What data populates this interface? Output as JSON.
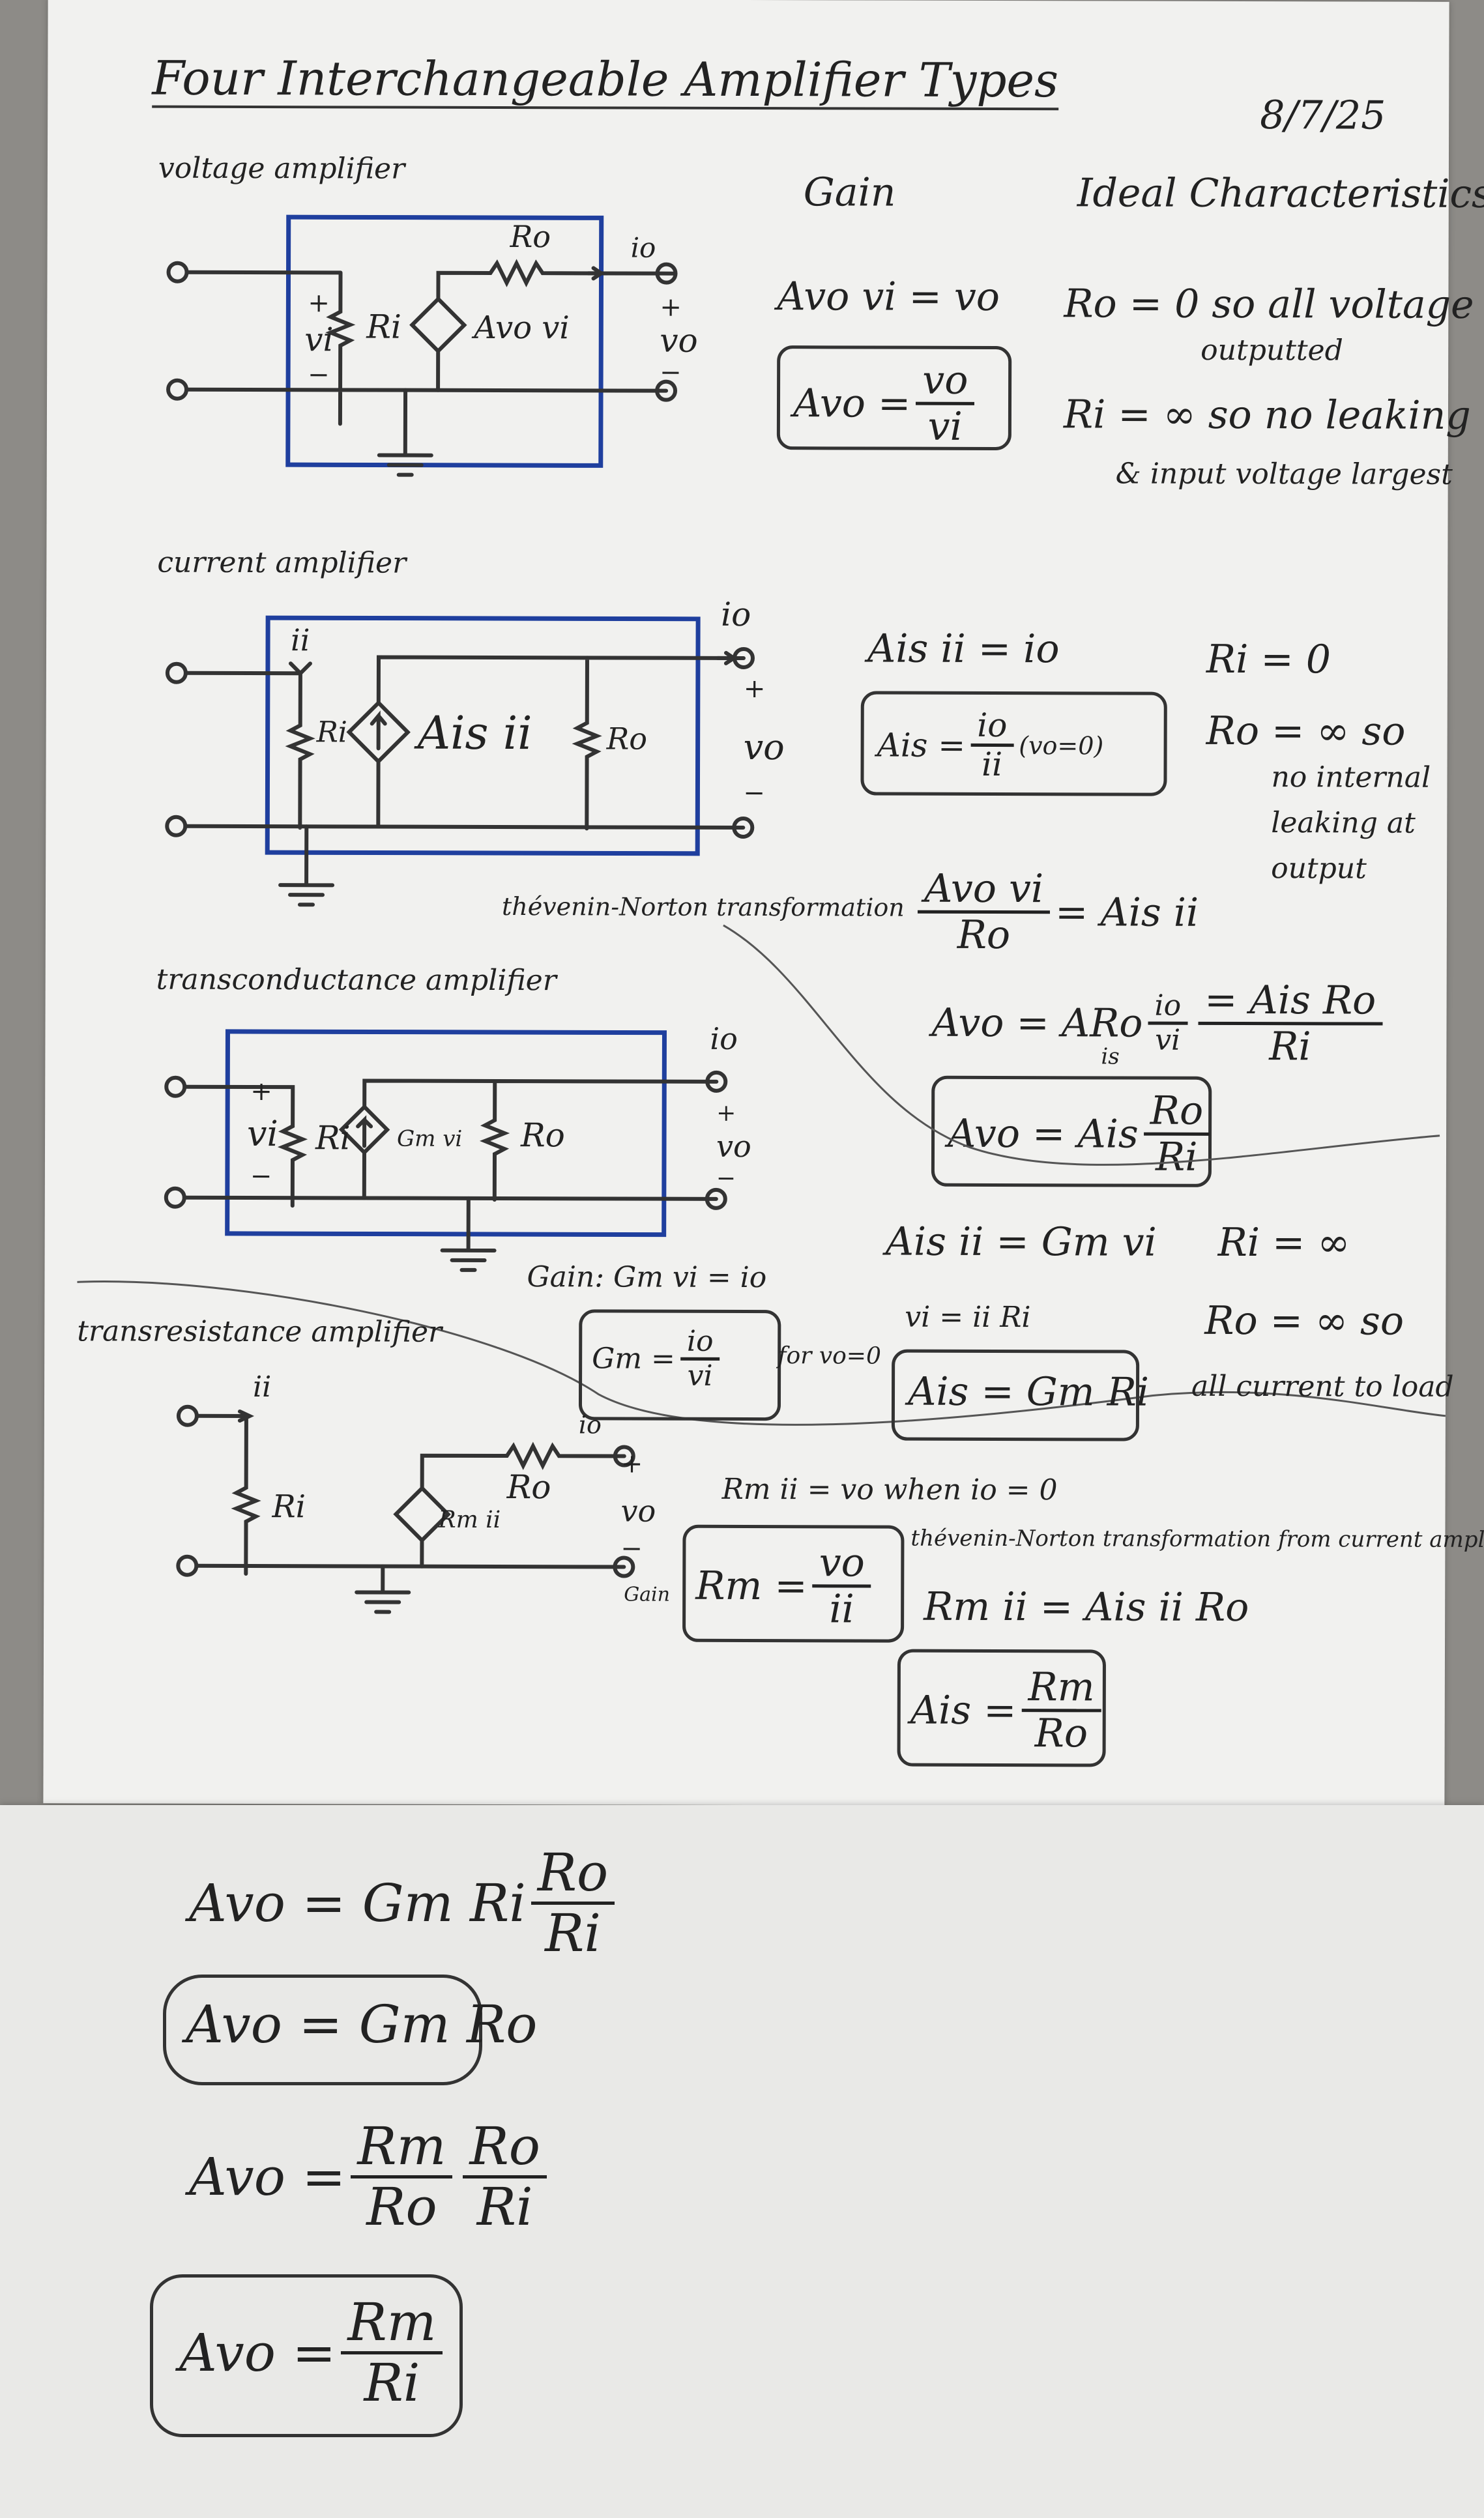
{
  "title": "Four Interchangeable Amplifier Types",
  "date": "8/7/25",
  "headers": {
    "gain": "Gain",
    "ideal": "Ideal Characteristics"
  },
  "voltage": {
    "name": "voltage amplifier",
    "labels": {
      "ro": "Ro",
      "ri": "Ri",
      "vi": "vi",
      "source": "Avo vi",
      "vo": "vo",
      "io": "io",
      "plus": "+",
      "minus": "−"
    },
    "gain_eq": "Avo vi = vo",
    "gain_box": {
      "lhs": "Avo =",
      "num": "vo",
      "den": "vi"
    },
    "ideal_1a": "Ro = 0 so all voltage",
    "ideal_1b": "outputted",
    "ideal_2a": "Ri = ∞ so no leaking",
    "ideal_2b": "& input voltage largest"
  },
  "current": {
    "name": "current amplifier",
    "labels": {
      "ii": "ii",
      "ri": "Ri",
      "source": "Ais ii",
      "ro": "Ro",
      "io": "io",
      "vo": "vo",
      "plus": "+",
      "minus": "−"
    },
    "gain_eq": "Ais ii = io",
    "gain_box": {
      "lhs": "Ais =",
      "num": "io",
      "den": "ii",
      "cond": "(vo=0)"
    },
    "ideal_1": "Ri = 0",
    "ideal_2a": "Ro = ∞ so",
    "ideal_2b": "no internal",
    "ideal_2c": "leaking at",
    "ideal_2d": "output",
    "thevenin_label": "thévenin-Norton transformation",
    "thevenin_eq": {
      "num": "Avo vi",
      "den": "Ro",
      "rhs": "= Ais ii"
    },
    "avo_eq": {
      "lhs": "Avo = ARo",
      "sub": "is",
      "frac_num": "io",
      "frac_den": "vi",
      "rhs_num": "= Ais Ro",
      "rhs_den": "Ri"
    },
    "avo_box": {
      "lhs": "Avo = Ais",
      "num": "Ro",
      "den": "Ri"
    }
  },
  "transconductance": {
    "name": "transconductance amplifier",
    "labels": {
      "vi": "vi",
      "ri": "Ri",
      "source": "Gm vi",
      "ro": "Ro",
      "io": "io",
      "vo": "vo",
      "plus": "+",
      "minus": "−"
    },
    "gain_note": "Gain: Gm vi = io",
    "gain_box": {
      "lhs": "Gm =",
      "num": "io",
      "den": "vi",
      "cond": "for vo=0"
    },
    "eq_1": "Ais ii = Gm vi",
    "ideal_1": "Ri = ∞",
    "ideal_2a": "Ro = ∞ so",
    "ideal_2b": "all current to load",
    "eq_2": "vi = ii Ri",
    "box_2": "Ais = Gm Ri"
  },
  "transresistance": {
    "name": "transresistance amplifier",
    "labels": {
      "ii": "ii",
      "ri": "Ri",
      "source": "Rm ii",
      "ro": "Ro",
      "io": "io",
      "vo": "vo",
      "plus": "+",
      "minus": "−"
    },
    "gain_eq": "Rm ii = vo  when io = 0",
    "gain_prefix": "Gain",
    "gain_box": {
      "lhs": "Rm =",
      "num": "vo",
      "den": "ii"
    },
    "thevenin_label": "thévenin-Norton transformation from current amplifier",
    "eq_2": "Rm ii = Ais ii Ro",
    "box_2": {
      "lhs": "Ais =",
      "num": "Rm",
      "den": "Ro"
    }
  },
  "bottom": {
    "eq_1": {
      "lhs": "Avo = Gm Ri",
      "num": "Ro",
      "den": "Ri"
    },
    "box_1": "Avo = Gm Ro",
    "eq_2": {
      "lhs": "Avo =",
      "num1": "Rm",
      "den1": "Ro",
      "num2": "Ro",
      "den2": "Ri"
    },
    "box_2": {
      "lhs": "Avo =",
      "num": "Rm",
      "den": "Ri"
    }
  }
}
